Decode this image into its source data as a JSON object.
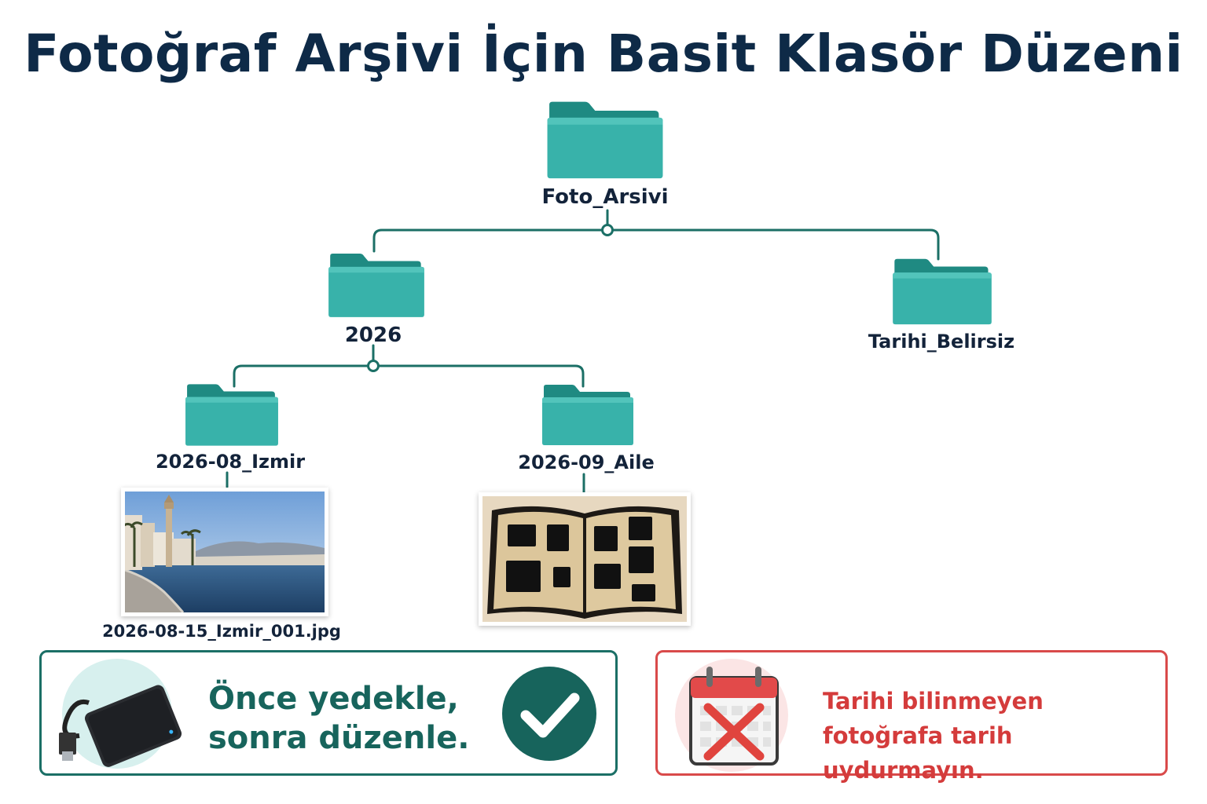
{
  "title": "Fotoğraf Arşivi İçin Basit Klasör Düzeni",
  "tree": {
    "root": "Foto_Arsivi",
    "year_folder": "2026",
    "undated_folder": "Tarihi_Belirsiz",
    "month_folder_1": "2026-08_Izmir",
    "month_folder_2": "2026-09_Aile",
    "example_file": "2026-08-15_Izmir_001.jpg"
  },
  "tips": {
    "good": {
      "line1": "Önce yedekle,",
      "line2": "sonra düzenle."
    },
    "bad": {
      "line1": "Tarihi bilinmeyen",
      "line2": "fotoğrafa tarih uydurmayın."
    }
  },
  "colors": {
    "folder": "#38b2aa",
    "connector": "#1b6f66",
    "good": "#17645c",
    "bad": "#d43b3b",
    "title": "#0e2a47"
  },
  "icons": [
    "folder-icon",
    "external-drive-icon",
    "checkmark-icon",
    "calendar-x-icon"
  ]
}
